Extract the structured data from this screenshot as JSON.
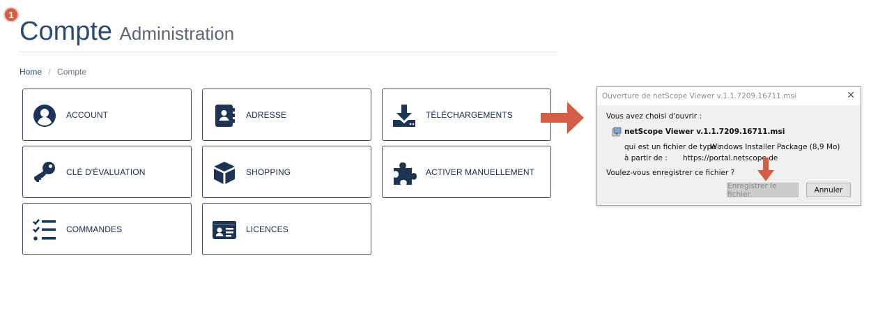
{
  "step_badge": "1",
  "header": {
    "title_main": "Compte",
    "title_sub": "Administration"
  },
  "breadcrumb": {
    "home": "Home",
    "separator": "/",
    "current": "Compte"
  },
  "tiles": [
    {
      "label": "ACCOUNT",
      "icon": "user-circle-icon"
    },
    {
      "label": "ADRESSE",
      "icon": "address-book-icon"
    },
    {
      "label": "TÉLÉCHARGEMENTS",
      "icon": "download-icon"
    },
    {
      "label": "CLÉ D'ÉVALUATION",
      "icon": "key-icon"
    },
    {
      "label": "SHOPPING",
      "icon": "box-icon"
    },
    {
      "label": "ACTIVER MANUELLEMENT",
      "icon": "puzzle-icon"
    },
    {
      "label": "COMMANDES",
      "icon": "checklist-icon"
    },
    {
      "label": "LICENCES",
      "icon": "id-card-icon"
    }
  ],
  "dialog": {
    "title": "Ouverture de netScope Viewer v.1.1.7209.16711.msi",
    "close_glyph": "✕",
    "intro": "Vous avez choisi d'ouvrir :",
    "file_name": "netScope Viewer v.1.1.7209.16711.msi",
    "type_label": "qui est un fichier de type :",
    "type_value": "Windows Installer Package (8,9 Mo)",
    "source_label": "à partir de :",
    "source_value": "https://portal.netscope.de",
    "question": "Voulez-vous enregistrer ce fichier ?",
    "save_button": "Enregistrer le fichier",
    "cancel_button": "Annuler"
  },
  "colors": {
    "tile_icon": "#1c3557",
    "arrow": "#d35e45",
    "badge": "#d35e45"
  }
}
